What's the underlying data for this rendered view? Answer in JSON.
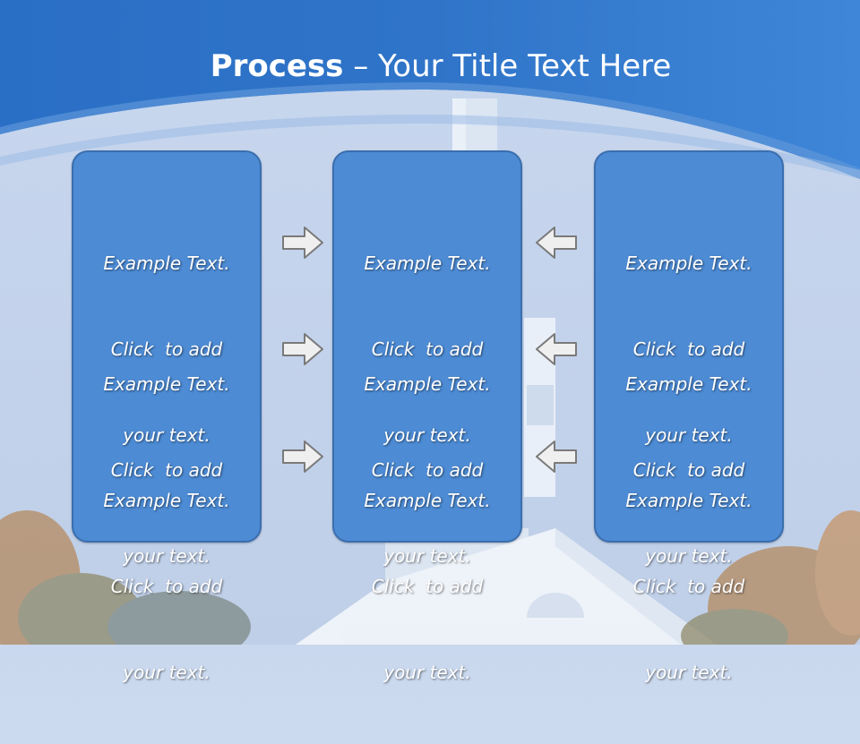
{
  "slide": {
    "title_bold": "Process",
    "title_rest": " – Your Title Text Here"
  },
  "columns": [
    {
      "items": [
        {
          "line1": "Example Text.",
          "line2": "Click  to add",
          "line3": "your text."
        },
        {
          "line1": "Example Text.",
          "line2": "Click  to add",
          "line3": "your text."
        },
        {
          "line1": "Example Text.",
          "line2": "Click  to add",
          "line3": "your text."
        }
      ]
    },
    {
      "items": [
        {
          "line1": "Example Text.",
          "line2": "Click  to add",
          "line3": "your text."
        },
        {
          "line1": "Example Text.",
          "line2": "Click  to add",
          "line3": "your text."
        },
        {
          "line1": "Example Text.",
          "line2": "Click  to add",
          "line3": "your text."
        }
      ]
    },
    {
      "items": [
        {
          "line1": "Example Text.",
          "line2": "Click  to add",
          "line3": "your text."
        },
        {
          "line1": "Example Text.",
          "line2": "Click  to add",
          "line3": "your text."
        },
        {
          "line1": "Example Text.",
          "line2": "Click  to add",
          "line3": "your text."
        }
      ]
    }
  ],
  "icons": {
    "left_arrows": "arrow-right-icon",
    "right_arrows": "arrow-left-icon"
  },
  "colors": {
    "header_blue": "#2f74c8",
    "box_fill": "#4d8bd4",
    "box_border": "#3a6eae",
    "arrow_fill": "#efefef",
    "arrow_stroke": "#7a7a7a"
  }
}
